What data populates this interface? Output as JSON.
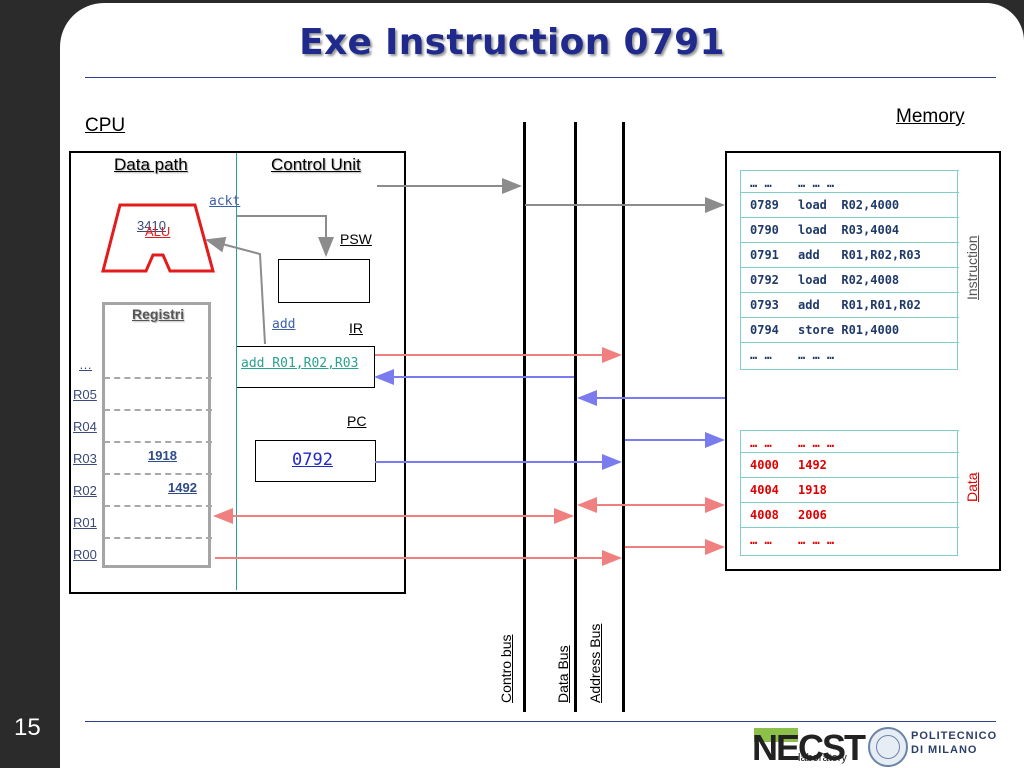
{
  "slide": {
    "title": "Exe Instruction 0791",
    "page_number": "15"
  },
  "cpu": {
    "label": "CPU",
    "datapath_label": "Data path",
    "control_unit_label": "Control Unit",
    "alu_value": "3410",
    "alu_label": "ALU",
    "registers_label": "Registri",
    "registers": [
      {
        "name": "…",
        "value": ""
      },
      {
        "name": "R05",
        "value": ""
      },
      {
        "name": "R04",
        "value": ""
      },
      {
        "name": "R03",
        "value": "1918"
      },
      {
        "name": "R02",
        "value": "1492"
      },
      {
        "name": "R01",
        "value": ""
      },
      {
        "name": "R00",
        "value": ""
      }
    ],
    "ackt_label": "ackt",
    "add_label": "add",
    "psw_label": "PSW",
    "ir_label": "IR",
    "ir_value": "add R01,R02,R03",
    "pc_label": "PC",
    "pc_value": "0792"
  },
  "buses": {
    "control": "Contro bus",
    "data": "Data Bus",
    "address": "Address Bus"
  },
  "memory": {
    "label": "Memory",
    "instruction_label": "Instruction",
    "data_label": "Data",
    "instructions": [
      {
        "addr": "… …",
        "content": "… … …"
      },
      {
        "addr": "0789",
        "content": "load  R02,4000"
      },
      {
        "addr": "0790",
        "content": "load  R03,4004"
      },
      {
        "addr": "0791",
        "content": "add   R01,R02,R03"
      },
      {
        "addr": "0792",
        "content": "load  R02,4008"
      },
      {
        "addr": "0793",
        "content": "add   R01,R01,R02"
      },
      {
        "addr": "0794",
        "content": "store R01,4000"
      },
      {
        "addr": "… …",
        "content": "… … …"
      }
    ],
    "data": [
      {
        "addr": "… …",
        "content": "… … …"
      },
      {
        "addr": "4000",
        "content": "1492"
      },
      {
        "addr": "4004",
        "content": "1918"
      },
      {
        "addr": "4008",
        "content": "2006"
      },
      {
        "addr": "… …",
        "content": "… … …"
      }
    ]
  },
  "logos": {
    "necst_big": "NECST",
    "necst_small": "laboratory",
    "polimi_line1": "POLITECNICO",
    "polimi_line2": "DI MILANO"
  },
  "colors": {
    "title": "#1f2a8c",
    "red_arrow": "#f08080",
    "blue_arrow": "#7b7bf0",
    "gray_arrow": "#8c8c8c",
    "alu_red": "#e41b1b",
    "teal": "#2aa28f",
    "mem_instr_text": "#1f3a6a",
    "mem_data_text": "#e00000"
  }
}
